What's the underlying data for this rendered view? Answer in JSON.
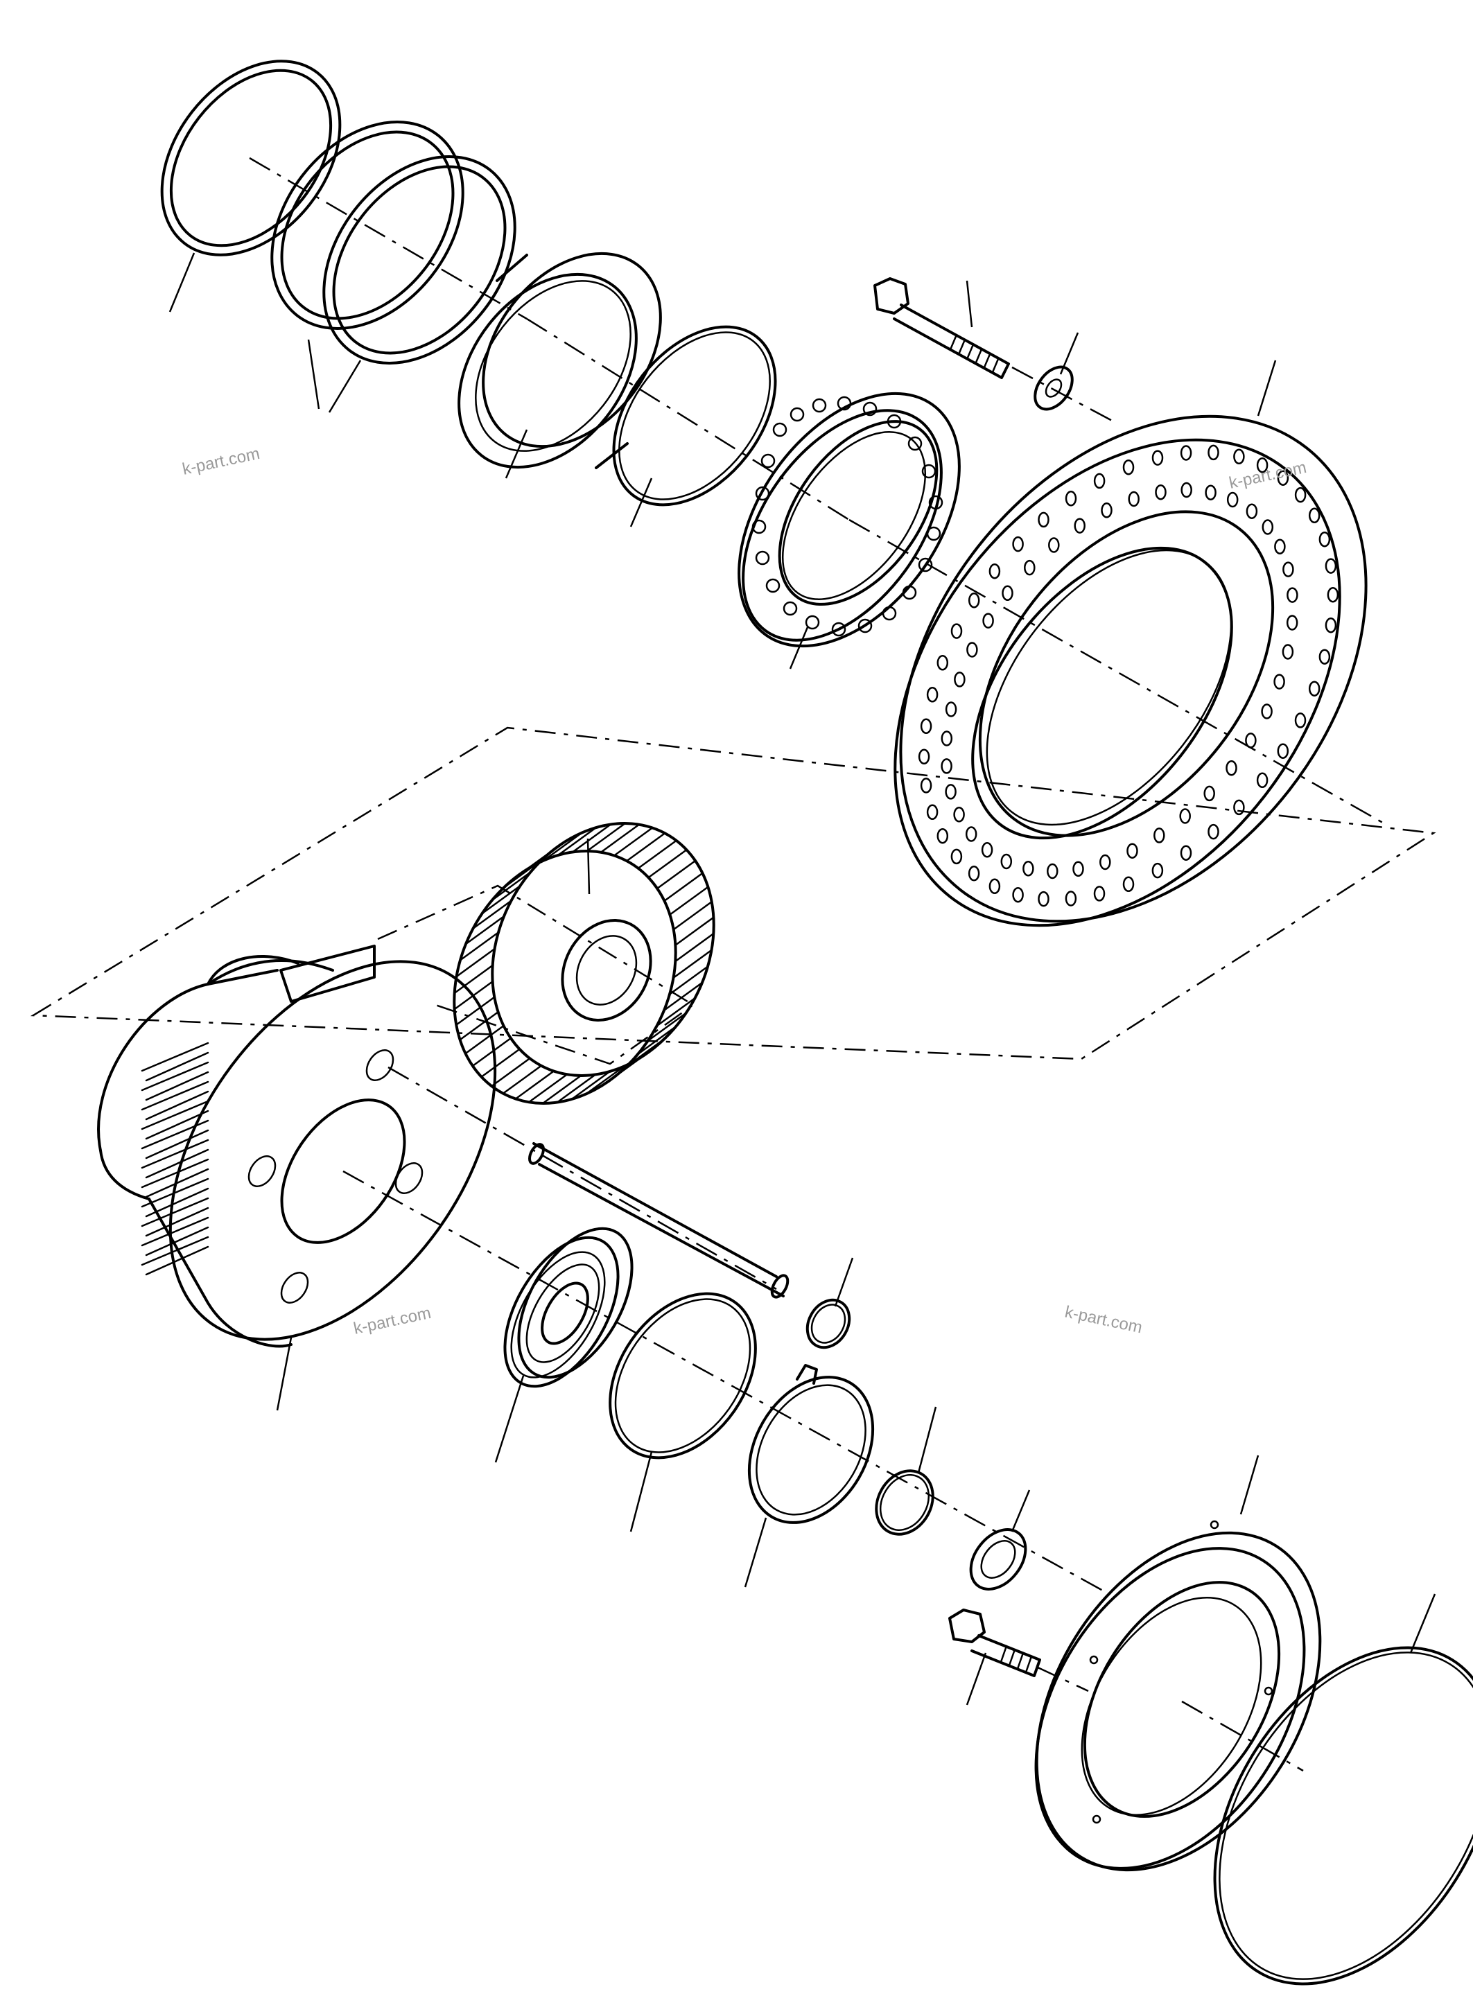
{
  "watermarks": {
    "w1": "k-part.com",
    "w2": "k-part.com",
    "w3": "k-part.com",
    "w4": "k-part.com"
  },
  "colors": {
    "line": "#000000",
    "background": "#ffffff",
    "watermark": "#9a9a9a"
  }
}
